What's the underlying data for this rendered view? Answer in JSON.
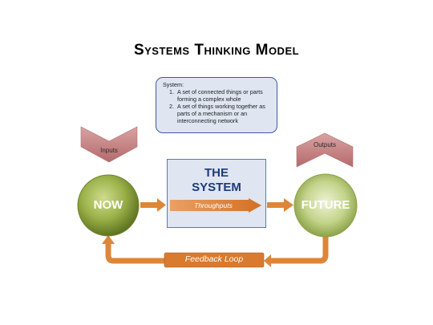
{
  "title": "Systems Thinking Model",
  "definition": {
    "heading": "System:",
    "items": [
      "A set of connected things or parts forming a complex whole",
      "A set of things working together as parts of a mechanism or an interconnecting network"
    ]
  },
  "system_box": {
    "line1": "THE",
    "line2": "SYSTEM",
    "throughput_label": "Throughputs"
  },
  "now_label": "NOW",
  "future_label": "FUTURE",
  "inputs_label": "Inputs",
  "outputs_label": "Outputs",
  "feedback_label": "Feedback Loop",
  "colors": {
    "green_light": "#c8d88a",
    "green_dark": "#6a7f2a",
    "arrow_orange": "#e08a3c",
    "chevron_red": "#c48586",
    "box_border": "#5a78b3",
    "box_fill": "#dfe5f1"
  }
}
